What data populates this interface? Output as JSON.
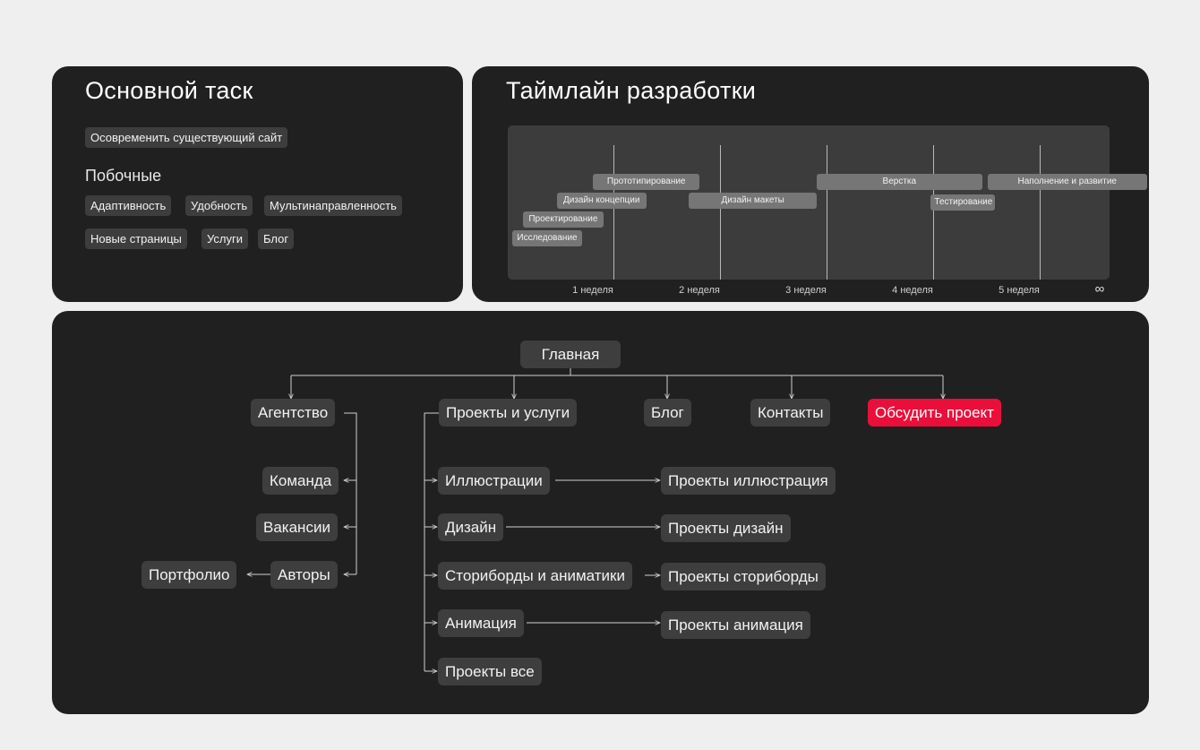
{
  "main_task": {
    "title": "Основной таск",
    "primary_chip": "Осовременить существующий сайт",
    "secondary_title": "Побочные",
    "secondary_chips": [
      "Адаптивность",
      "Удобность",
      "Мультинаправленность",
      "Новые страницы",
      "Услуги",
      "Блог"
    ]
  },
  "timeline": {
    "title": "Таймлайн разработки",
    "weeks": [
      "1 неделя",
      "2 неделя",
      "3 неделя",
      "4 неделя",
      "5 неделя"
    ],
    "infinity_symbol": "∞",
    "tasks": [
      {
        "label": "Прототипирование",
        "start_week": 0.8,
        "end_week": 1.8
      },
      {
        "label": "Дизайн концепции",
        "start_week": 0.46,
        "end_week": 1.3
      },
      {
        "label": "Дизайн макеты",
        "start_week": 1.7,
        "end_week": 2.9
      },
      {
        "label": "Проектирование",
        "start_week": 0.14,
        "end_week": 0.9
      },
      {
        "label": "Исследование",
        "start_week": 0.04,
        "end_week": 0.7
      },
      {
        "label": "Верстка",
        "start_week": 2.9,
        "end_week": 4.45
      },
      {
        "label": "Тестирование",
        "start_week": 3.97,
        "end_week": 4.57
      },
      {
        "label": "Наполнение и развитие",
        "start_week": 4.5,
        "end_week": 6.0
      }
    ]
  },
  "sitemap": {
    "root": "Главная",
    "top_level": [
      "Агентство",
      "Проекты и услуги",
      "Блог",
      "Контакты",
      "Обсудить проект"
    ],
    "agency_children": [
      "Команда",
      "Вакансии",
      "Авторы"
    ],
    "authors_child": "Портфолио",
    "projects_children": [
      "Иллюстрации",
      "Дизайн",
      "Сториборды и аниматики",
      "Анимация",
      "Проекты все"
    ],
    "projects_targets": [
      "Проекты иллюстрация",
      "Проекты дизайн",
      "Проекты сториборды",
      "Проекты анимация"
    ],
    "colors": {
      "cta": "#ea0f3a",
      "node": "#3e3e3e",
      "line": "#cfcfcf"
    }
  }
}
